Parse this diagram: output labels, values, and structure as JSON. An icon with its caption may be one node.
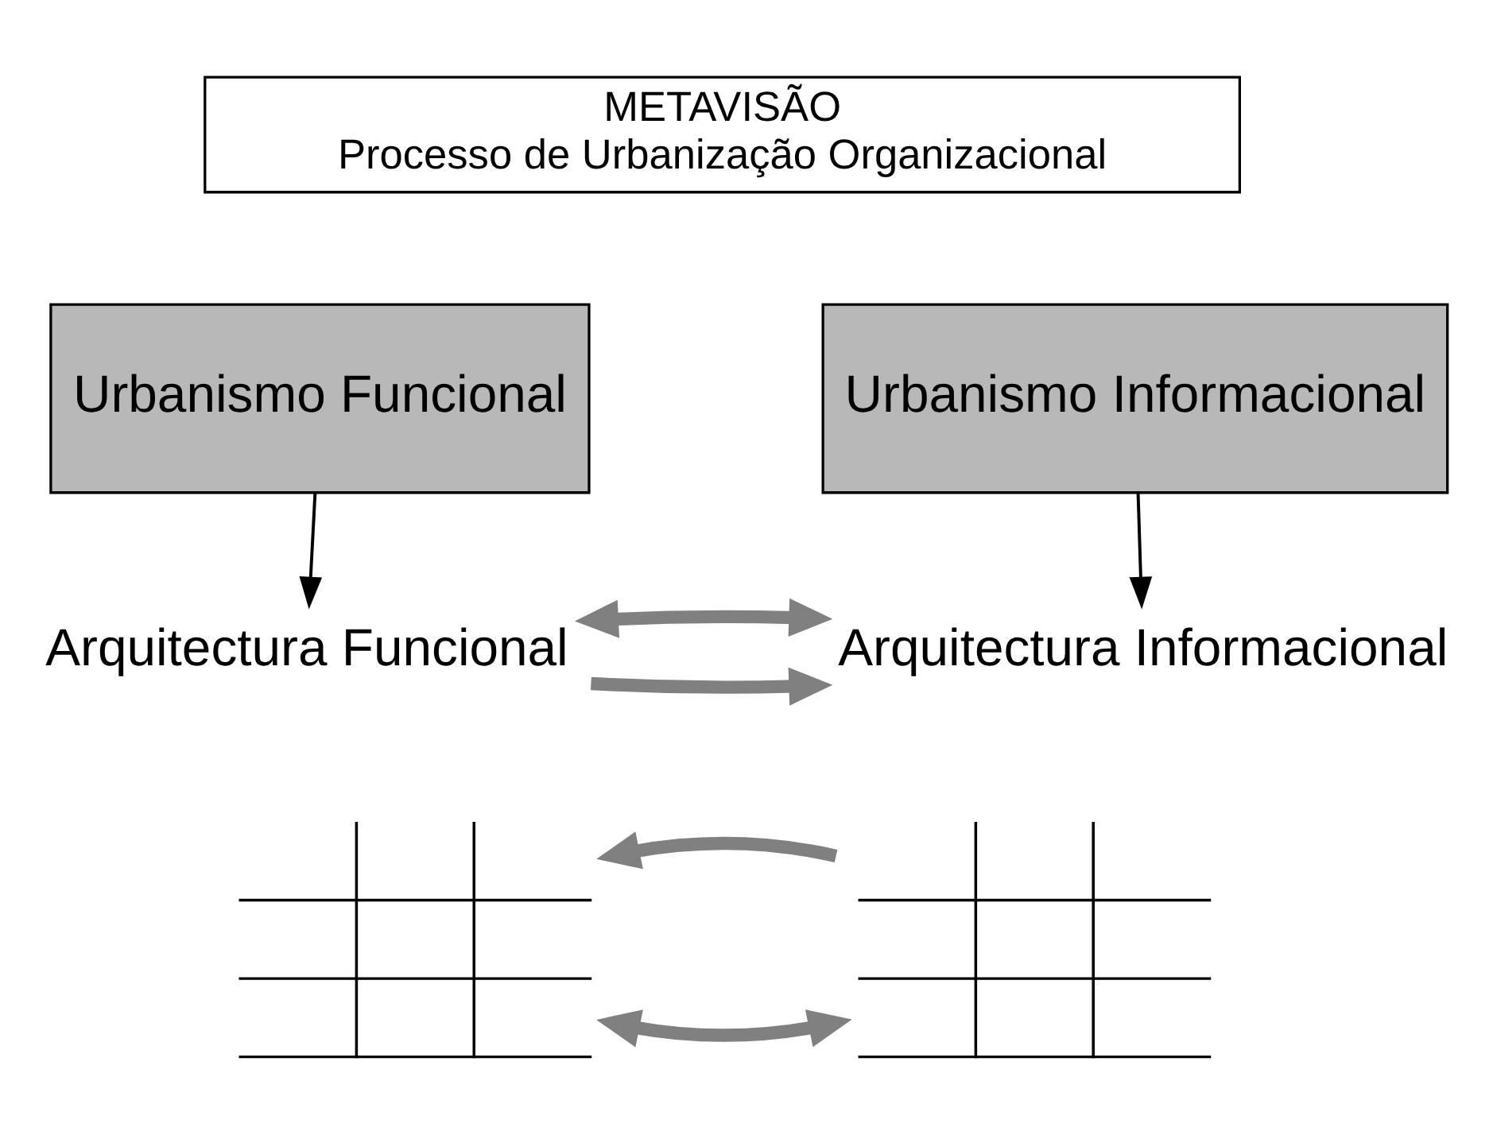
{
  "diagram": {
    "nodes": [
      {
        "text": [
          "METAVISÃO",
          "Processo de Urbanização Organizacional"
        ]
      },
      {
        "text": [
          "Urbanismo Funcional"
        ]
      },
      {
        "text": [
          "Urbanismo Informacional"
        ]
      },
      {
        "text": [
          "Arquitectura Funcional"
        ]
      },
      {
        "text": [
          "Arquitectura Informacional"
        ]
      },
      {
        "text": [],
        "shape": "grid"
      },
      {
        "text": [],
        "shape": "grid"
      }
    ],
    "edges": [
      {
        "from": 1,
        "to": 3,
        "arrow": "to",
        "color": "#000000"
      },
      {
        "from": 2,
        "to": 4,
        "arrow": "to",
        "color": "#000000"
      },
      {
        "from": 3,
        "to": 4,
        "arrow": "to"
      },
      {
        "from": 3,
        "to": 4,
        "arrow": "both"
      },
      {
        "from": 5,
        "to": 6,
        "arrow": "both"
      },
      {
        "from": 6,
        "to": 5,
        "arrow": "to"
      }
    ]
  }
}
